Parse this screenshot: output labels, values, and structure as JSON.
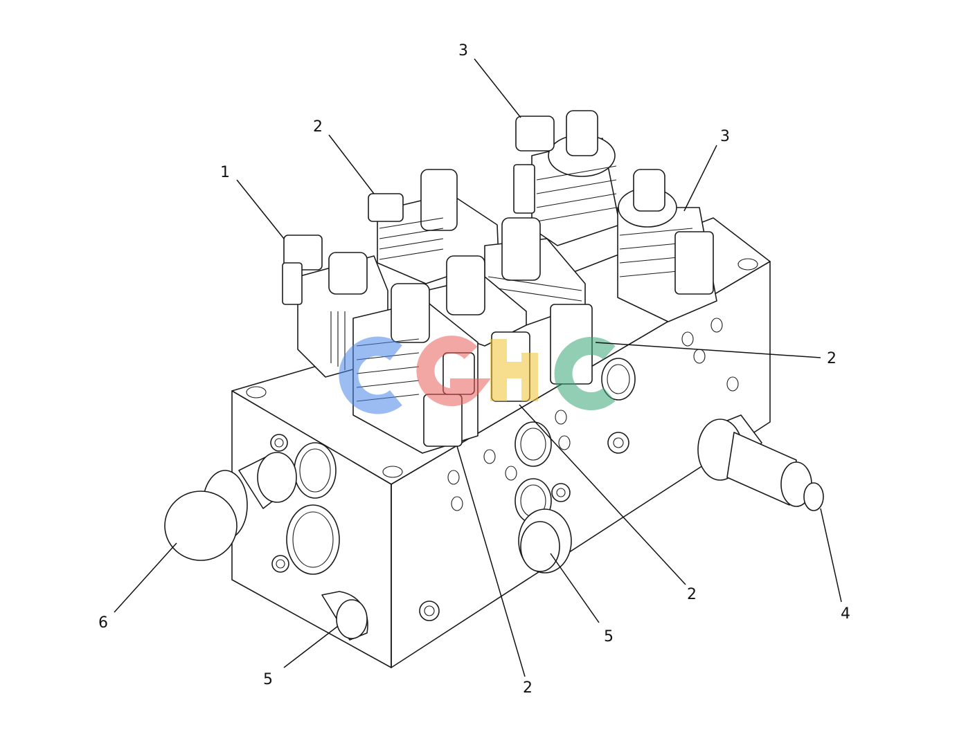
{
  "callouts": [
    {
      "id": "c1",
      "label": "1"
    },
    {
      "id": "c2a",
      "label": "2"
    },
    {
      "id": "c3a",
      "label": "3"
    },
    {
      "id": "c3b",
      "label": "3"
    },
    {
      "id": "c2b",
      "label": "2"
    },
    {
      "id": "c2c",
      "label": "2"
    },
    {
      "id": "c2d",
      "label": "2"
    },
    {
      "id": "c4",
      "label": "4"
    },
    {
      "id": "c5a",
      "label": "5"
    },
    {
      "id": "c5b",
      "label": "5"
    },
    {
      "id": "c6",
      "label": "6"
    }
  ],
  "watermark": {
    "text": "CGHC",
    "colors": [
      "#4a86e8",
      "#e8605a",
      "#f1c232",
      "#3aa776"
    ]
  }
}
